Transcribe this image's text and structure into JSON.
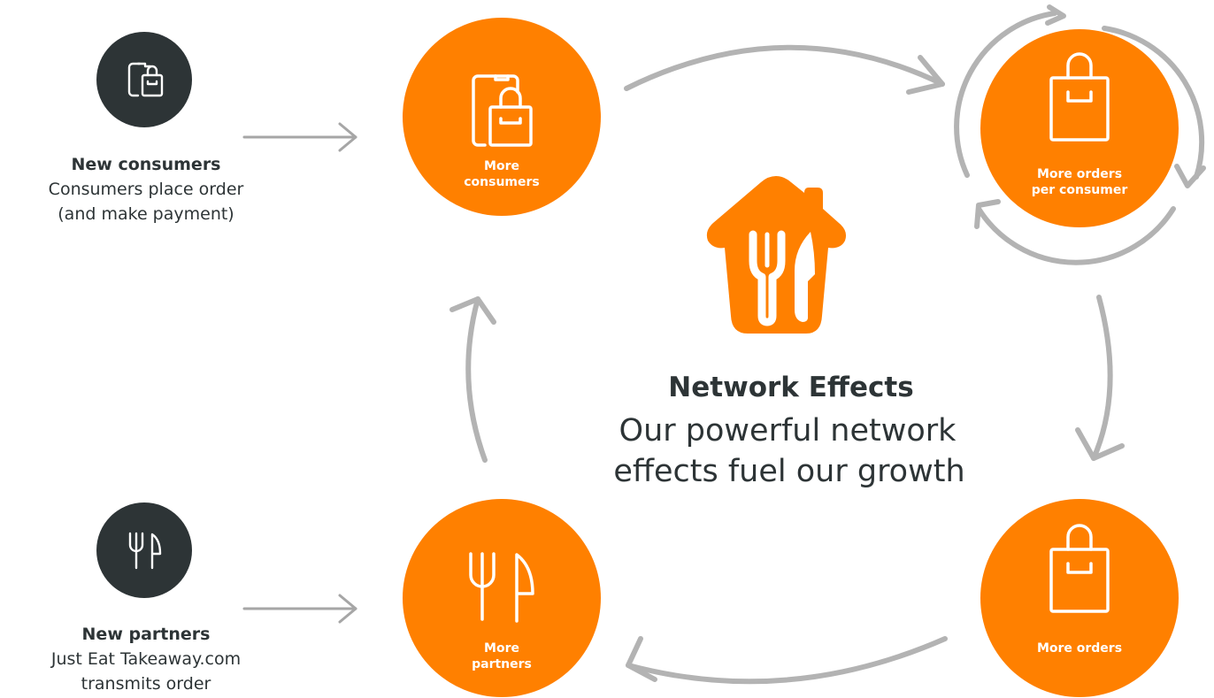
{
  "colors": {
    "orange": "#ff8000",
    "dark": "#2d3436",
    "arrow_gray": "#b3b3b3",
    "white": "#ffffff"
  },
  "center": {
    "title": "Network Effects",
    "line1": "Our powerful network",
    "line2": "effects fuel our growth",
    "logo_icon": "house-fork-knife-logo"
  },
  "nodes": {
    "more_consumers": {
      "line1": "More",
      "line2": "consumers",
      "icon": "phone-shopping-bag-icon"
    },
    "more_orders_per_consumer": {
      "line1": "More orders",
      "line2": "per consumer",
      "icon": "shopping-bag-icon"
    },
    "more_orders": {
      "line1": "More orders",
      "icon": "shopping-bag-icon"
    },
    "more_partners": {
      "line1": "More",
      "line2": "partners",
      "icon": "fork-knife-icon"
    }
  },
  "inputs": {
    "new_consumers": {
      "title": "New consumers",
      "line1": "Consumers place order",
      "line2": "(and make payment)",
      "icon": "phone-shopping-bag-icon"
    },
    "new_partners": {
      "title": "New partners",
      "line1": "Just Eat Takeaway.com",
      "line2": "transmits order",
      "icon": "fork-knife-icon"
    }
  }
}
